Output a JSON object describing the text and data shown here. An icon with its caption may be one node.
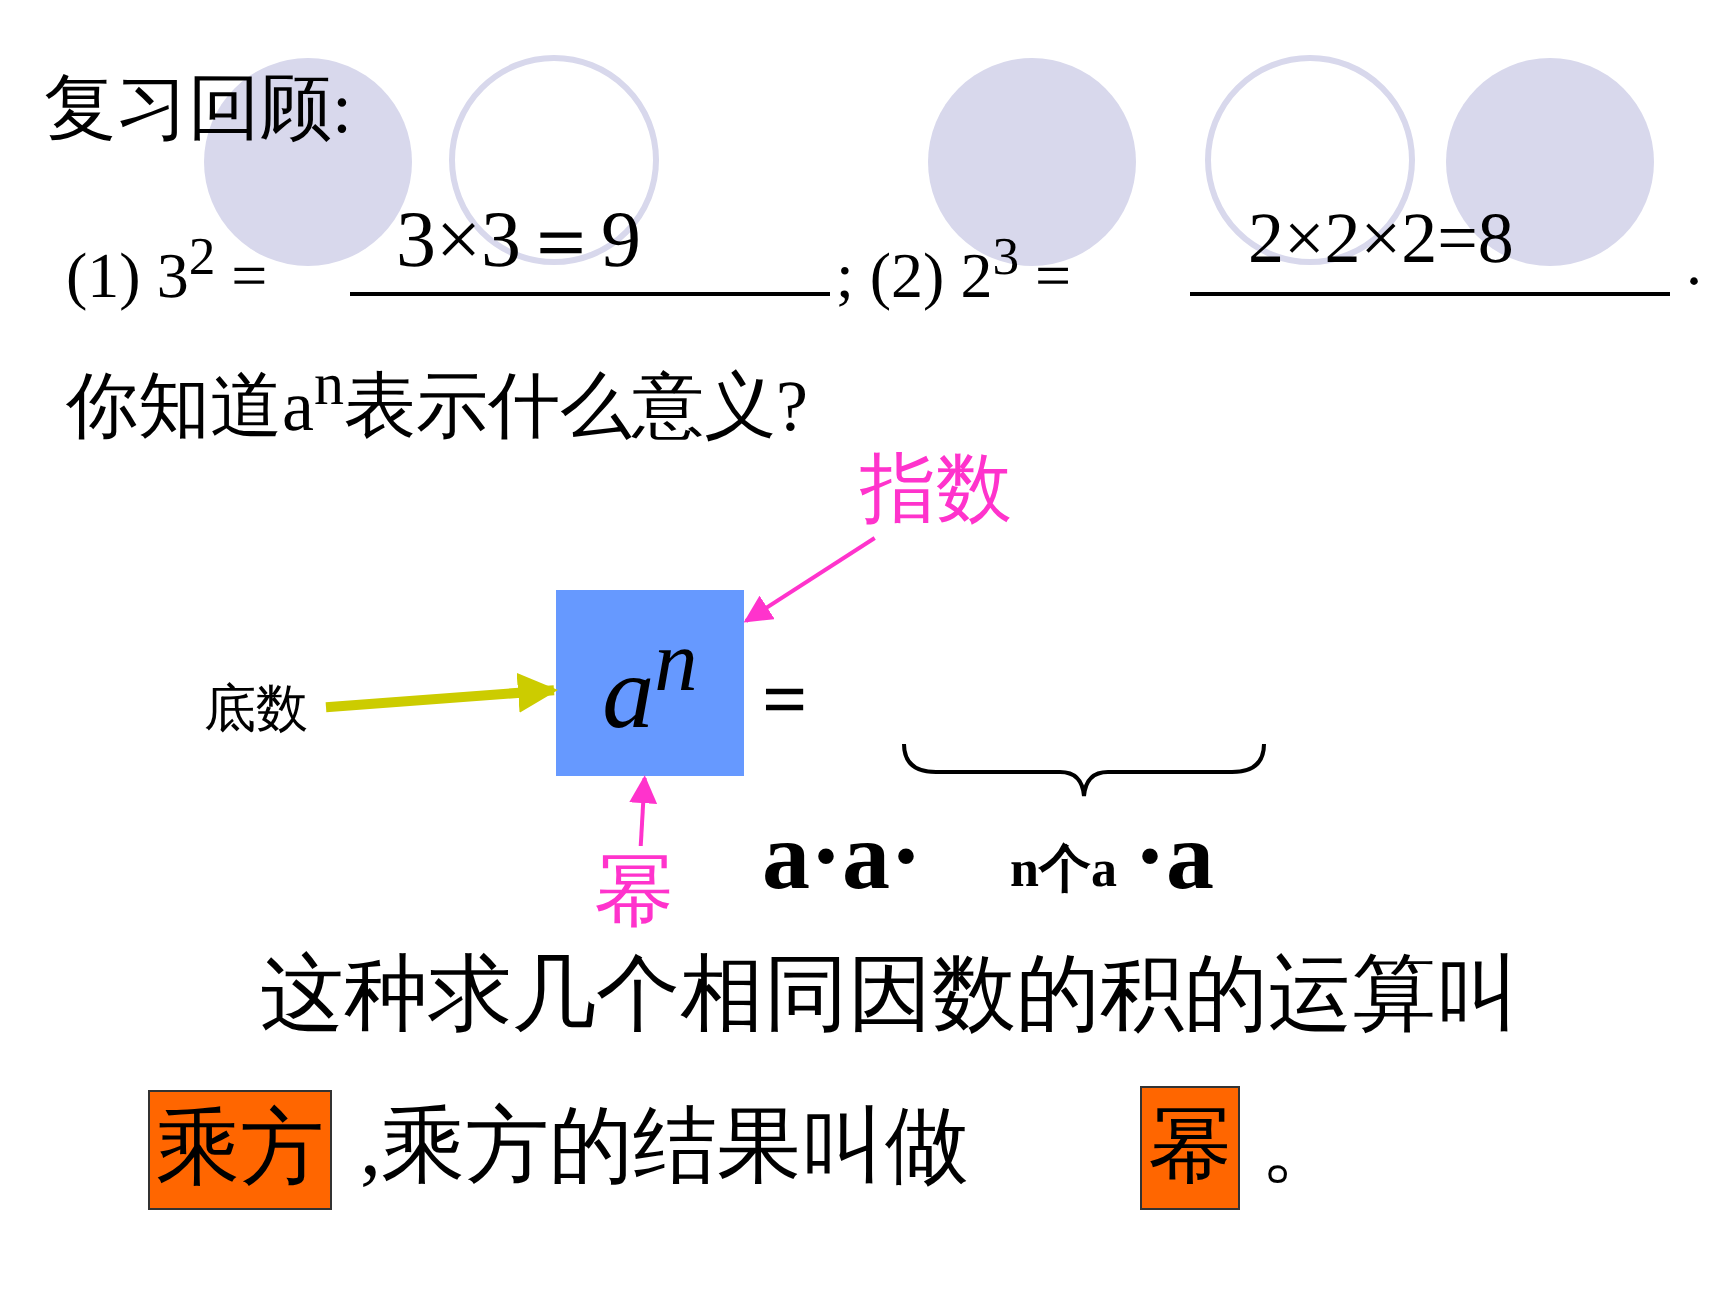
{
  "diagram": {
    "nodes": [
      {
        "text": [
          "a$^{n}$"
        ]
      },
      {
        "text": [
          "指数"
        ]
      },
      {
        "text": [
          "底数"
        ]
      },
      {
        "text": [
          "幂"
        ]
      }
    ],
    "edges": [
      {
        "from": 1,
        "to": 0,
        "arrow": "to",
        "color": "#ff33cc"
      },
      {
        "from": 2,
        "to": 0,
        "arrow": "to",
        "style": "thick",
        "color": "#cccc00"
      },
      {
        "from": 3,
        "to": 0,
        "arrow": "to",
        "color": "#ff33cc"
      }
    ],
    "labels": [
      "复习回顾:",
      "(1) 3$^{2}$ =",
      "3×3＝9",
      "; (2) 2$^{3}$ =",
      "2×2×2=8",
      ".",
      "你知道a$^{n}$表示什么意义?",
      "=",
      "a·a·",
      "n个a",
      "·a",
      "这种求几个相同因数的积的运算叫",
      "乘方",
      ",乘方的结果叫做",
      "幂",
      "。"
    ]
  }
}
